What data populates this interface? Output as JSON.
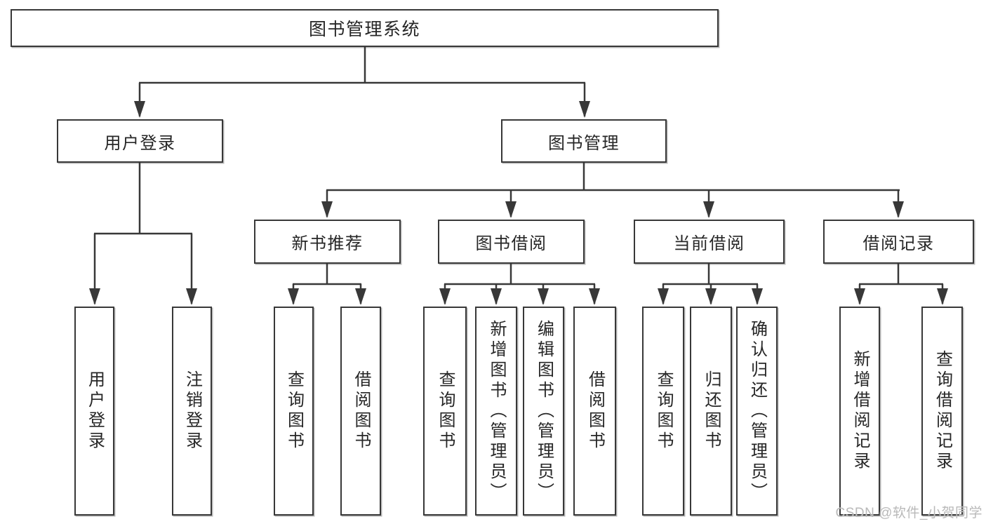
{
  "colors": {
    "line": "#383838",
    "text": "#262626",
    "watermark": "#b9b9b9",
    "background": "#ffffff"
  },
  "watermark": "CSDN @软件_小贺同学",
  "tree": {
    "root": {
      "label": "图书管理系统"
    },
    "branches": [
      {
        "label": "用户登录",
        "children": [
          {
            "label": "用户登录"
          },
          {
            "label": "注销登录"
          }
        ]
      },
      {
        "label": "图书管理",
        "children": [
          {
            "label": "新书推荐",
            "children": [
              {
                "label": "查询图书"
              },
              {
                "label": "借阅图书"
              }
            ]
          },
          {
            "label": "图书借阅",
            "children": [
              {
                "label": "查询图书"
              },
              {
                "label": "新增图书（管理员）"
              },
              {
                "label": "编辑图书（管理员）"
              },
              {
                "label": "借阅图书"
              }
            ]
          },
          {
            "label": "当前借阅",
            "children": [
              {
                "label": "查询图书"
              },
              {
                "label": "归还图书"
              },
              {
                "label": "确认归还（管理员）"
              }
            ]
          },
          {
            "label": "借阅记录",
            "children": [
              {
                "label": "新增借阅记录"
              },
              {
                "label": "查询借阅记录"
              }
            ]
          }
        ]
      }
    ]
  }
}
